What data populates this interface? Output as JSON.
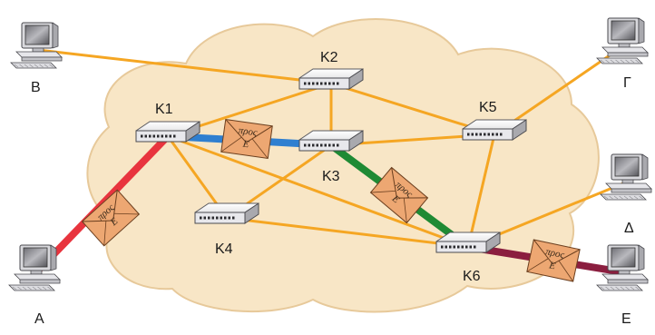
{
  "colors": {
    "cloud_fill": "#f8e6c6",
    "cloud_stroke": "#e7c99a",
    "link_default": "#f5a623",
    "link_A_K1": "#e8343e",
    "link_K1_K3": "#2f7fd0",
    "link_K3_K6": "#1f8a34",
    "link_K6_E": "#8b1e3f",
    "envelope": "#eda772"
  },
  "routers": [
    {
      "id": "K1",
      "label": "K1"
    },
    {
      "id": "K2",
      "label": "K2"
    },
    {
      "id": "K3",
      "label": "K3"
    },
    {
      "id": "K4",
      "label": "K4"
    },
    {
      "id": "K5",
      "label": "K5"
    },
    {
      "id": "K6",
      "label": "K6"
    }
  ],
  "computers": [
    {
      "id": "A",
      "label": "A"
    },
    {
      "id": "B",
      "label": "B"
    },
    {
      "id": "G",
      "label": "Γ"
    },
    {
      "id": "D",
      "label": "Δ"
    },
    {
      "id": "E",
      "label": "E"
    }
  ],
  "links": [
    {
      "from": "B",
      "to": "K2"
    },
    {
      "from": "K1",
      "to": "K2"
    },
    {
      "from": "K2",
      "to": "K3"
    },
    {
      "from": "K2",
      "to": "K5"
    },
    {
      "from": "K3",
      "to": "K5"
    },
    {
      "from": "K1",
      "to": "K4"
    },
    {
      "from": "K4",
      "to": "K3"
    },
    {
      "from": "K4",
      "to": "K6"
    },
    {
      "from": "K5",
      "to": "K6"
    },
    {
      "from": "K5",
      "to": "G"
    },
    {
      "from": "K6",
      "to": "D"
    },
    {
      "from": "K1",
      "to": "K6"
    },
    {
      "from": "A",
      "to": "K1",
      "highlight": "link_A_K1"
    },
    {
      "from": "K1",
      "to": "K3",
      "highlight": "link_K1_K3"
    },
    {
      "from": "K3",
      "to": "K6",
      "highlight": "link_K3_K6"
    },
    {
      "from": "K6",
      "to": "E",
      "highlight": "link_K6_E"
    }
  ],
  "envelope": {
    "line1": "προς",
    "line2": "E"
  }
}
